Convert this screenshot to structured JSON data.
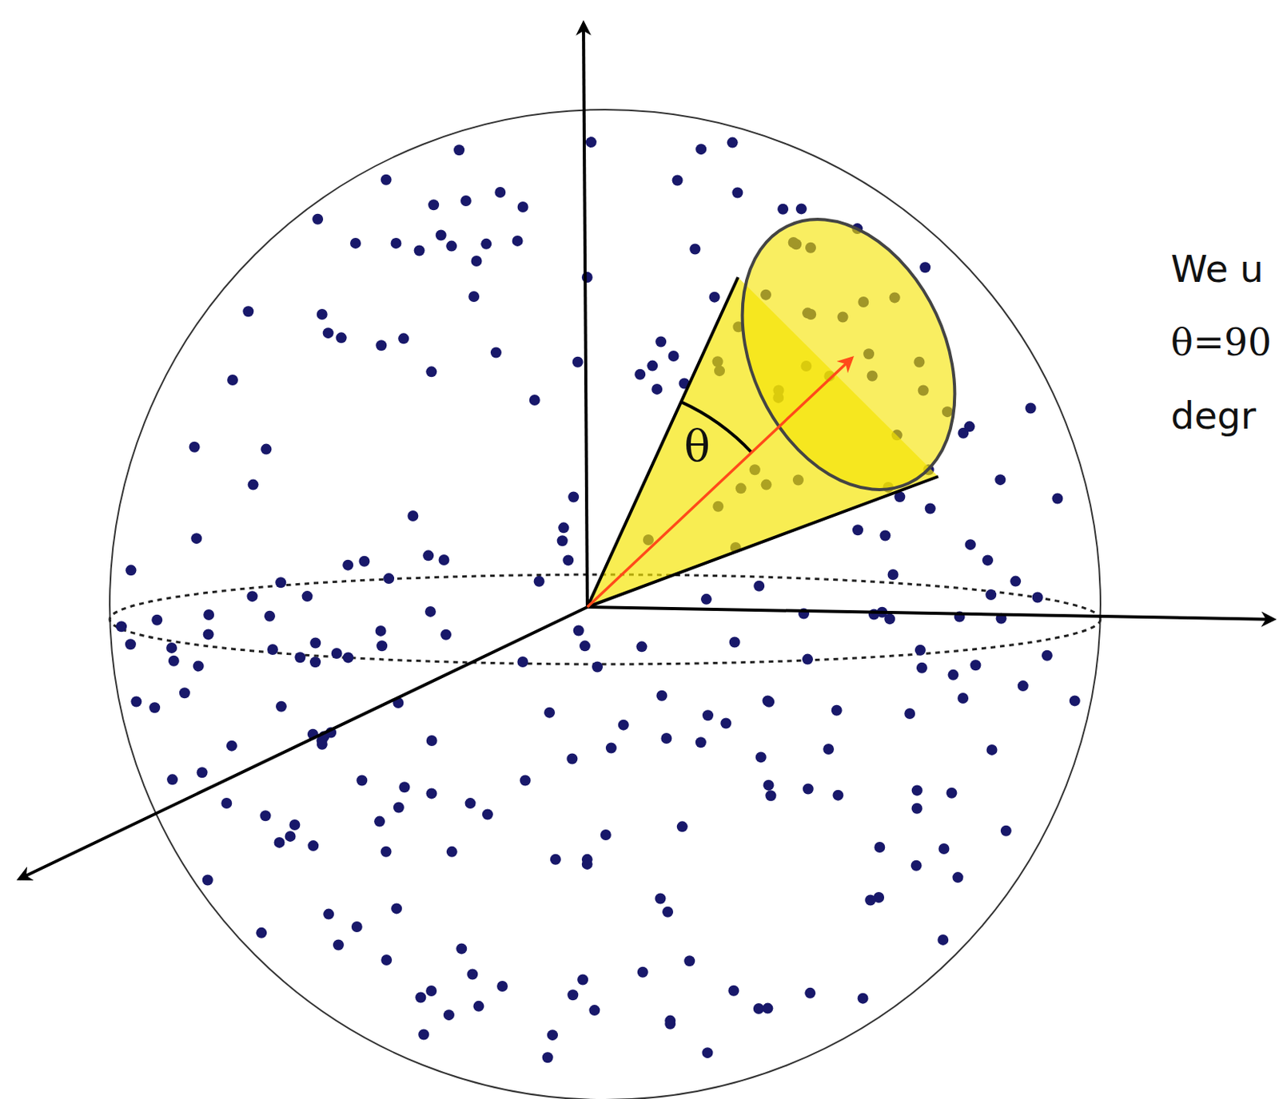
{
  "diagram": {
    "labels": [
      "θ",
      "We u",
      "θ=90",
      "degr"
    ]
  }
}
